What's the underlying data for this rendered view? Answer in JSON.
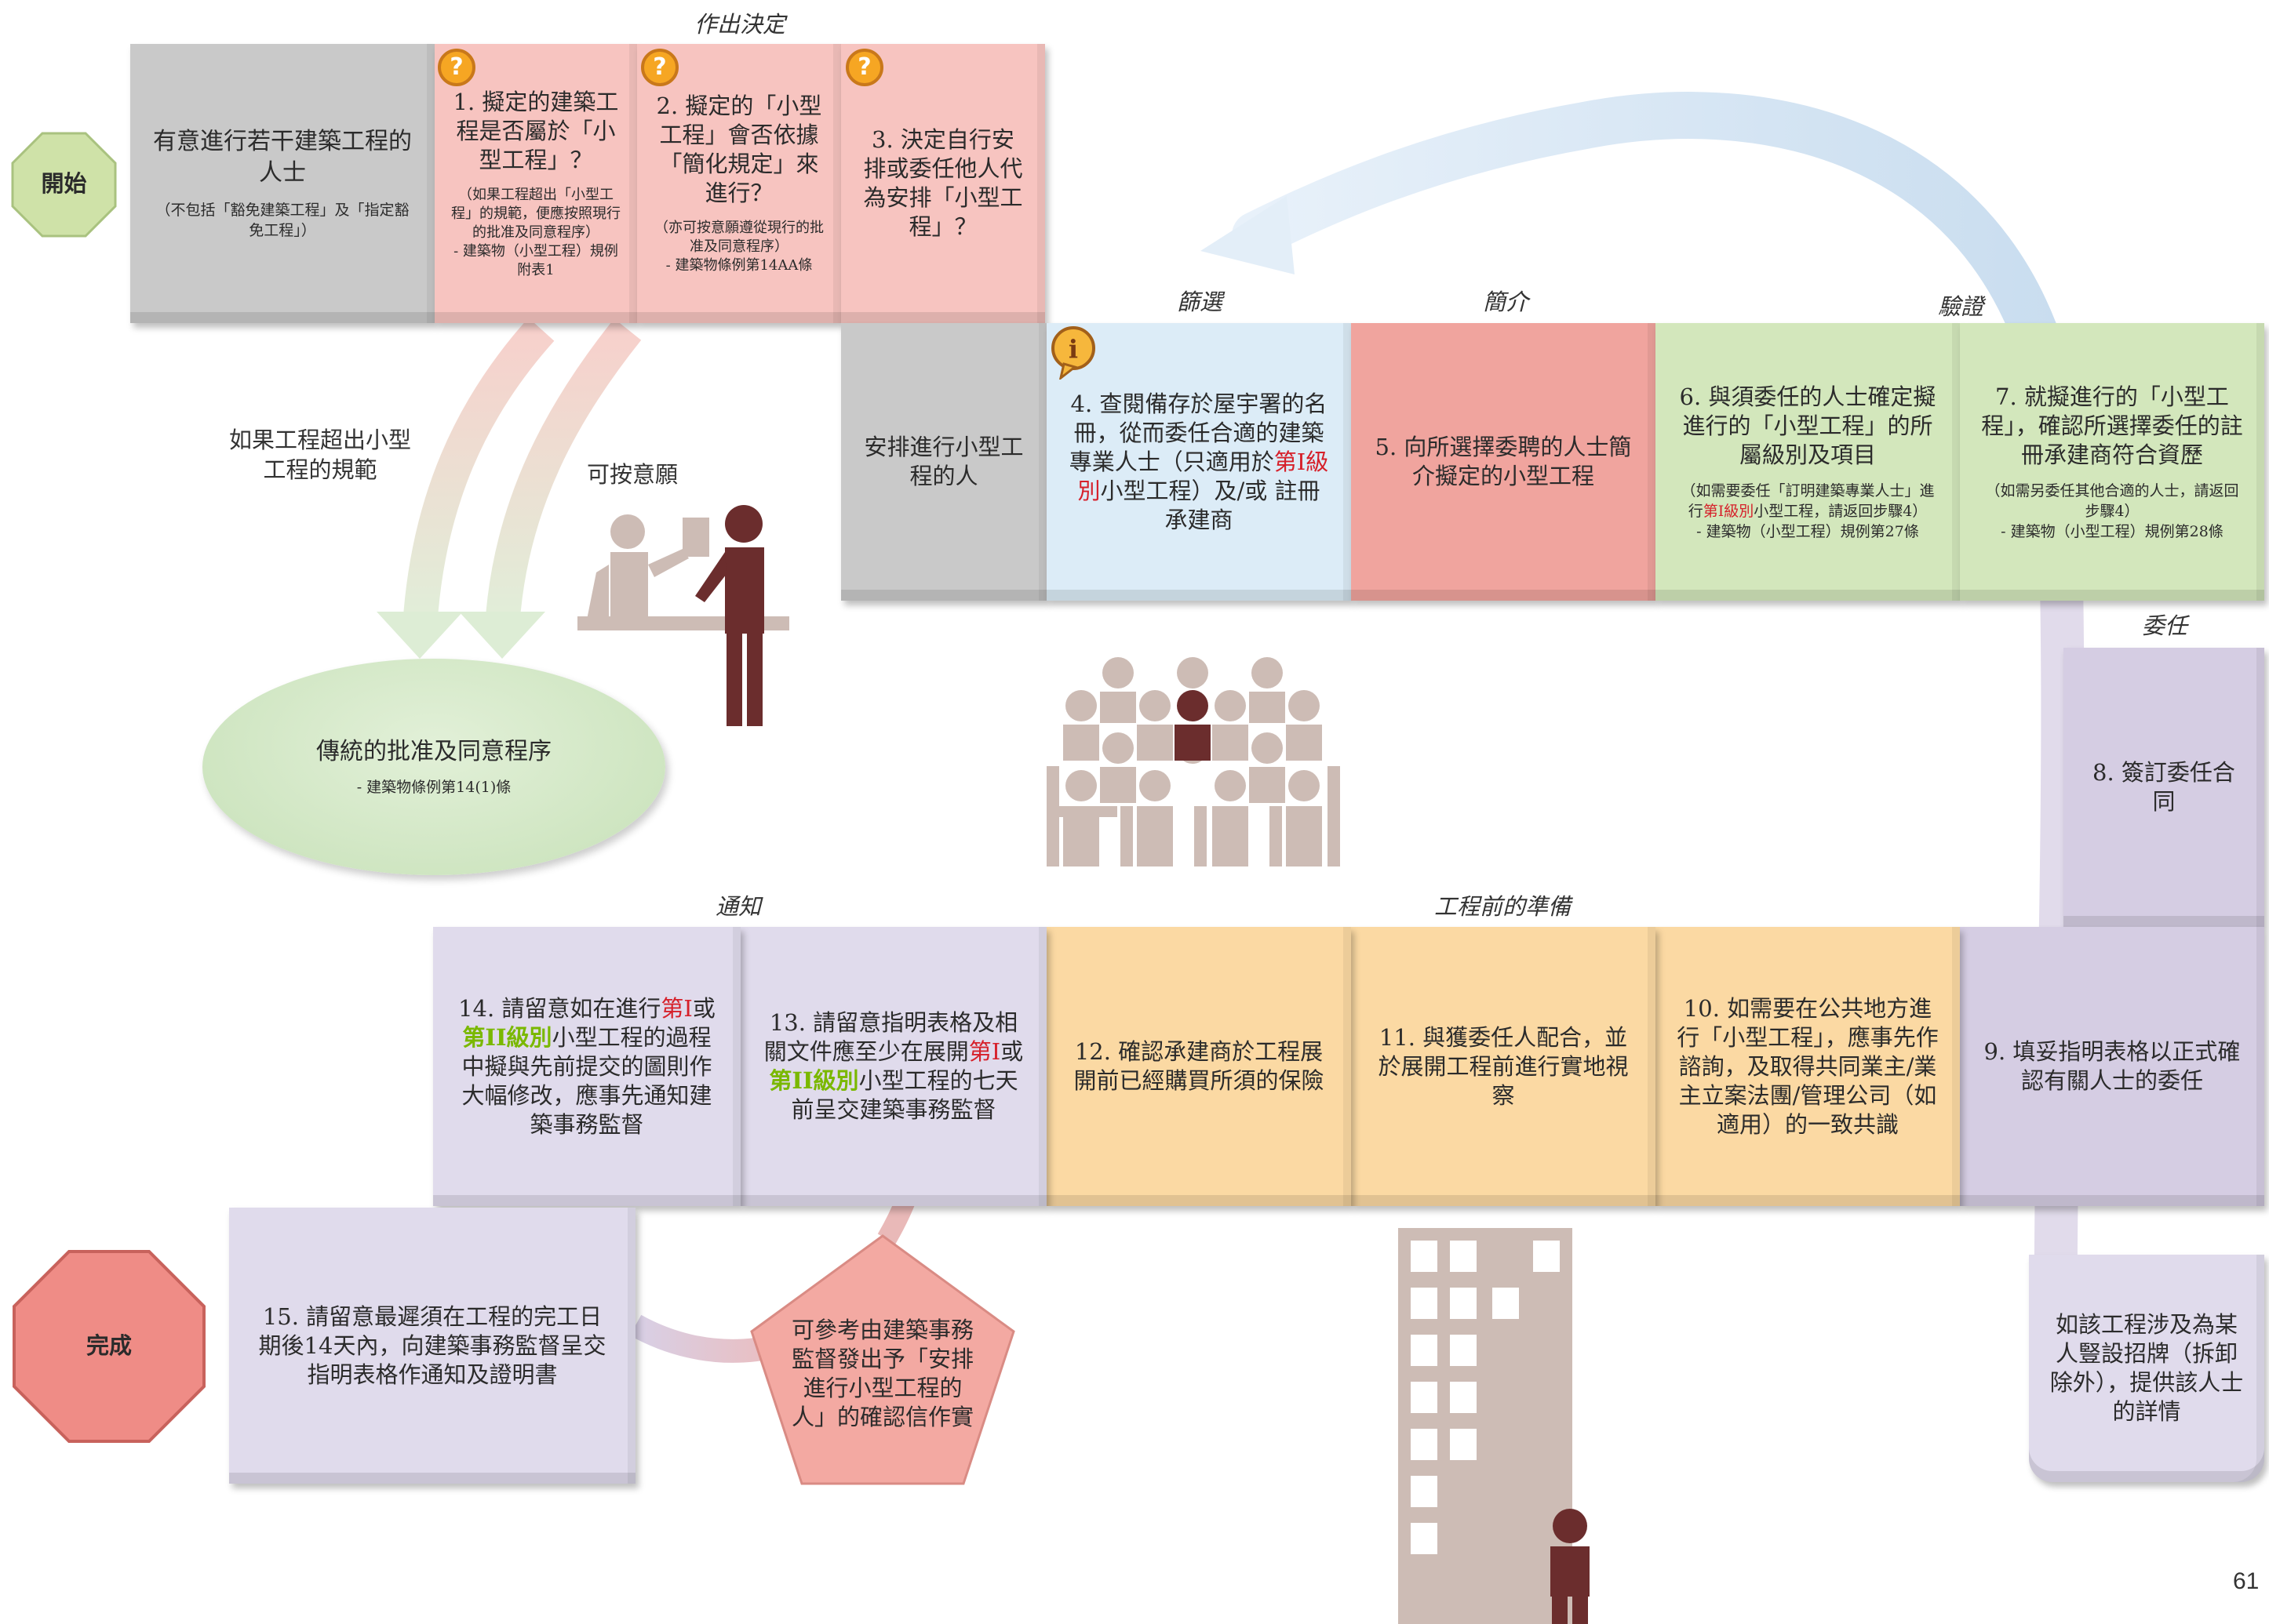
{
  "sections": {
    "decide": "作出決定",
    "screening": "篩選",
    "briefing": "簡介",
    "verify": "驗證",
    "appoint": "委任",
    "notify": "通知",
    "prep": "工程前的準備"
  },
  "start": "開始",
  "finish": "完成",
  "intro": {
    "title": "有意進行若干建築工程的人士",
    "note": "（不包括「豁免建築工程」及「指定豁免工程」）"
  },
  "step1": {
    "title": "1. 擬定的建築工程是否屬於「小型工程」？",
    "note": "（如果工程超出「小型工程」的規範，便應按照現行的批准及同意程序）\n- 建築物（小型工程）規例附表1"
  },
  "step2": {
    "title": "2. 擬定的「小型工程」會否依據「簡化規定」來進行？",
    "note": "（亦可按意願遵從現行的批准及同意程序）\n- 建築物條例第14AA條"
  },
  "step3": {
    "title": "3. 決定自行安排或委任他人代為安排「小型工程」？"
  },
  "arranger": "安排進行小型工程的人",
  "step4": {
    "a": "4. 查閱備存於屋宇署的名冊，從而委任合適的建築專業人士（只適用於",
    "red1": "第I級別",
    "b": "小型工程）及/或 註冊承建商"
  },
  "step5": "5. 向所選擇委聘的人士簡介擬定的小型工程",
  "step6": {
    "title": "6. 與須委任的人士確定擬進行的「小型工程」的所屬級別及項目",
    "note_a": "（如需要委任「訂明建築專業人士」進行",
    "note_red": "第I級別",
    "note_b": "小型工程，請返回步驟4）",
    "note_c": "- 建築物（小型工程）規例第27條"
  },
  "step7": {
    "title": "7. 就擬進行的「小型工程」，確認所選擇委任的註冊承建商符合資歷",
    "note": "（如需另委任其他合適的人士，請返回步驟4）\n- 建築物（小型工程）規例第28條"
  },
  "step8": "8. 簽訂委任合同",
  "step9": "9. 填妥指明表格以正式確認有關人士的委任",
  "step10": "10. 如需要在公共地方進行「小型工程」，應事先作諮詢，及取得共同業主/業主立案法團/管理公司（如適用）的一致共識",
  "step11": "11. 與獲委任人配合，並於展開工程前進行實地視察",
  "step12": "12. 確認承建商於工程展開前已經購買所須的保險",
  "step13": {
    "a": "13. 請留意指明表格及相關文件應至少在展開",
    "red": "第I",
    "b": "或",
    "grn": "第II級別",
    "c": "小型工程的七天前呈交建築事務監督"
  },
  "step14": {
    "a": "14. 請留意如在進行",
    "red": "第I",
    "b": "或",
    "grn": "第II級別",
    "c": "小型工程的過程中擬與先前提交的圖則作大幅修改，應事先通知建築事務監督"
  },
  "step15": "15. 請留意最遲須在工程的完工日期後14天內，向建築事務監督呈交指明表格作通知及證明書",
  "pentagon": "可參考由建築事務監督發出予「安排進行小型工程的人」的確認信作實",
  "signboard": "如該工程涉及為某人豎設招牌（拆卸除外），提供該人士的詳情",
  "traditional": {
    "title": "傳統的批准及同意程序",
    "note": "- 建築物條例第14(1)條"
  },
  "label_exceed": "如果工程超出小型工程的規範",
  "label_optional": "可按意願",
  "page_number": "61",
  "colors": {
    "pink": "#f7c4c0",
    "lavender": "#d5cde3",
    "yellow": "#fbd9a3",
    "green": "#d3e7bc",
    "figure": "#6b2d2d",
    "figure_light": "#cdbcb5"
  }
}
